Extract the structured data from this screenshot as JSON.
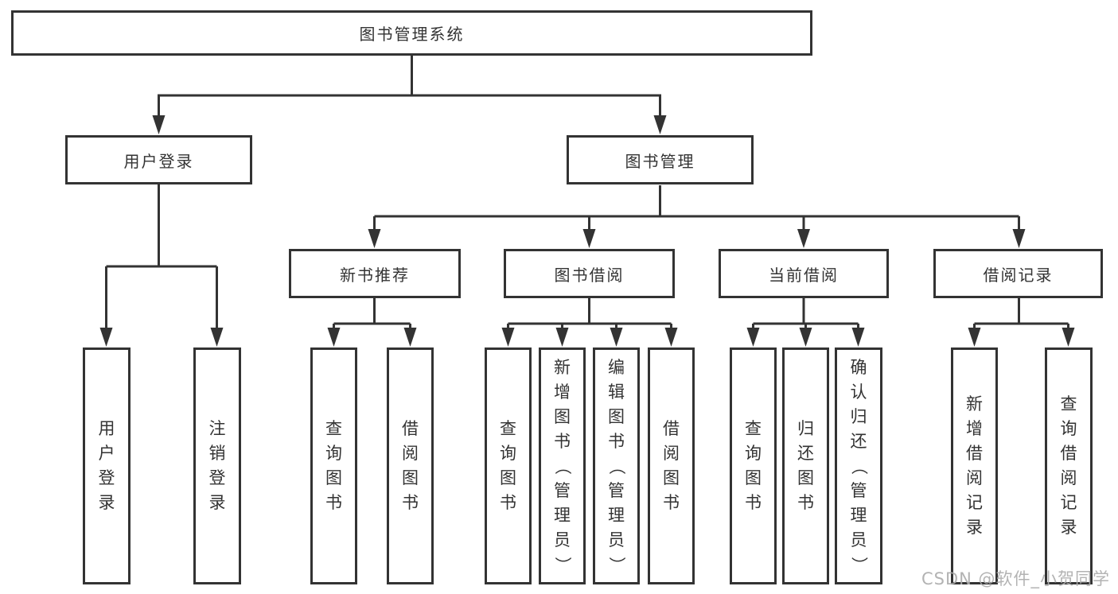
{
  "tree": {
    "label": "图书管理系统",
    "children": [
      {
        "label": "用户登录",
        "children": [
          {
            "label": "用户登录"
          },
          {
            "label": "注销登录"
          }
        ]
      },
      {
        "label": "图书管理",
        "children": [
          {
            "label": "新书推荐",
            "children": [
              {
                "label": "查询图书"
              },
              {
                "label": "借阅图书"
              }
            ]
          },
          {
            "label": "图书借阅",
            "children": [
              {
                "label": "查询图书"
              },
              {
                "label": "新增图书（管理员）"
              },
              {
                "label": "编辑图书（管理员）"
              },
              {
                "label": "借阅图书"
              }
            ]
          },
          {
            "label": "当前借阅",
            "children": [
              {
                "label": "查询图书"
              },
              {
                "label": "归还图书"
              },
              {
                "label": "确认归还（管理员）"
              }
            ]
          },
          {
            "label": "借阅记录",
            "children": [
              {
                "label": "新增借阅记录"
              },
              {
                "label": "查询借阅记录"
              }
            ]
          }
        ]
      }
    ]
  },
  "watermark": {
    "text": "CSDN @软件_小贺同学"
  },
  "colors": {
    "line": "#333333",
    "text": "#333333",
    "background": "#ffffff",
    "watermark": "#acacac"
  }
}
